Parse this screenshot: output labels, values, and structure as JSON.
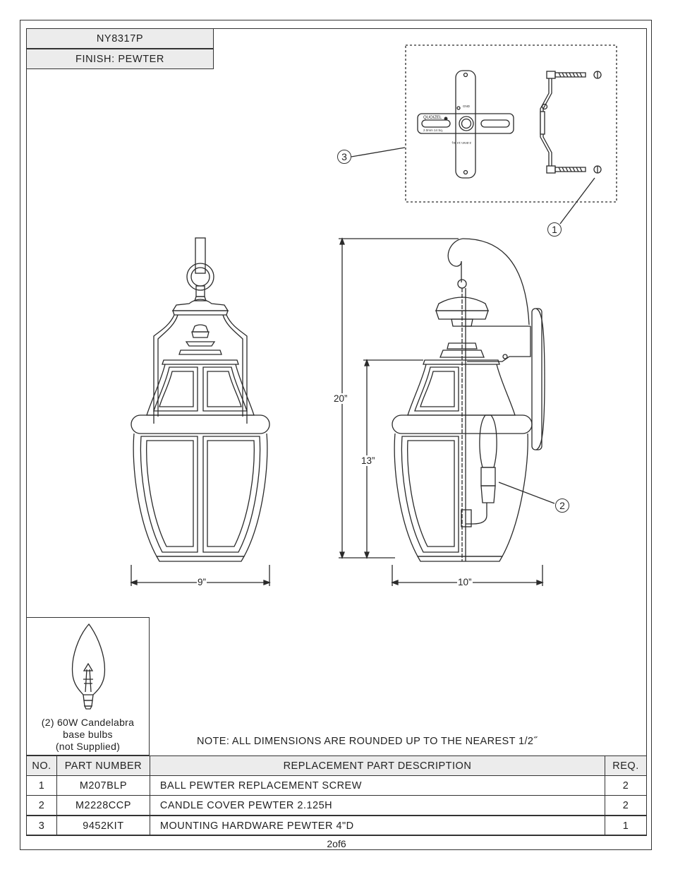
{
  "header": {
    "model": "NY8317P",
    "finish": "FINISH: PEWTER"
  },
  "plate": {
    "brand": "QUOIZEL",
    "spec_left": "2.0mm  14 Sq.",
    "gnd": "GND",
    "spec_vertical": "2.0mm 14 Sq."
  },
  "callouts": [
    "1",
    "2",
    "3"
  ],
  "dimensions": {
    "overall_height": "20”",
    "body_height": "13”",
    "front_width": "9”",
    "side_depth": "10”"
  },
  "bulb": {
    "line1": "(2) 60W Candelabra",
    "line2": "base bulbs",
    "line3": "(not Supplied)"
  },
  "note": "NOTE:  ALL DIMENSIONS ARE ROUNDED UP TO THE NEAREST  1/2˝",
  "table": {
    "headers": [
      "NO.",
      "PART NUMBER",
      "REPLACEMENT PART DESCRIPTION",
      "REQ."
    ],
    "rows": [
      {
        "no": "1",
        "part": "M207BLP",
        "desc": "BALL PEWTER REPLACEMENT SCREW",
        "req": "2"
      },
      {
        "no": "2",
        "part": "M2228CCP",
        "desc": "CANDLE COVER PEWTER 2.125H",
        "req": "2"
      },
      {
        "no": "3",
        "part": "9452KIT",
        "desc": "MOUNTING HARDWARE PEWTER 4\"D",
        "req": "1"
      }
    ]
  },
  "page_number": "2of6"
}
